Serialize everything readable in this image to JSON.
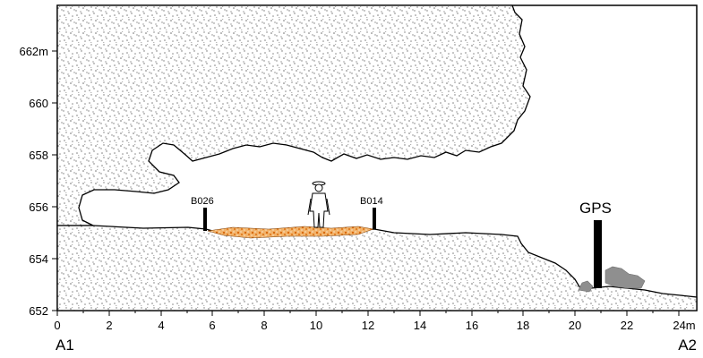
{
  "section": {
    "x_axis": {
      "unit_label": "24m",
      "ticks": [
        "0",
        "2",
        "4",
        "6",
        "8",
        "10",
        "12",
        "14",
        "16",
        "18",
        "20",
        "22"
      ],
      "range": [
        0,
        25
      ]
    },
    "y_axis": {
      "ticks": [
        "662m",
        "660",
        "658",
        "656",
        "654",
        "652"
      ],
      "range": [
        652,
        664
      ]
    },
    "endpoints": {
      "left": "A1",
      "right": "A2"
    },
    "stations": [
      {
        "id": "B026",
        "x": 5.7
      },
      {
        "id": "B014",
        "x": 12.3
      }
    ],
    "gps": {
      "label": "GPS",
      "x": 20.9
    },
    "colors": {
      "rock_fill": "#ffffff",
      "rock_speckle": "#8a8a8a",
      "sediment_orange": "#e07b1f",
      "boulder_gray": "#8f8f8f",
      "outline": "#000000"
    },
    "icons": [
      "human-figure-icon"
    ]
  }
}
